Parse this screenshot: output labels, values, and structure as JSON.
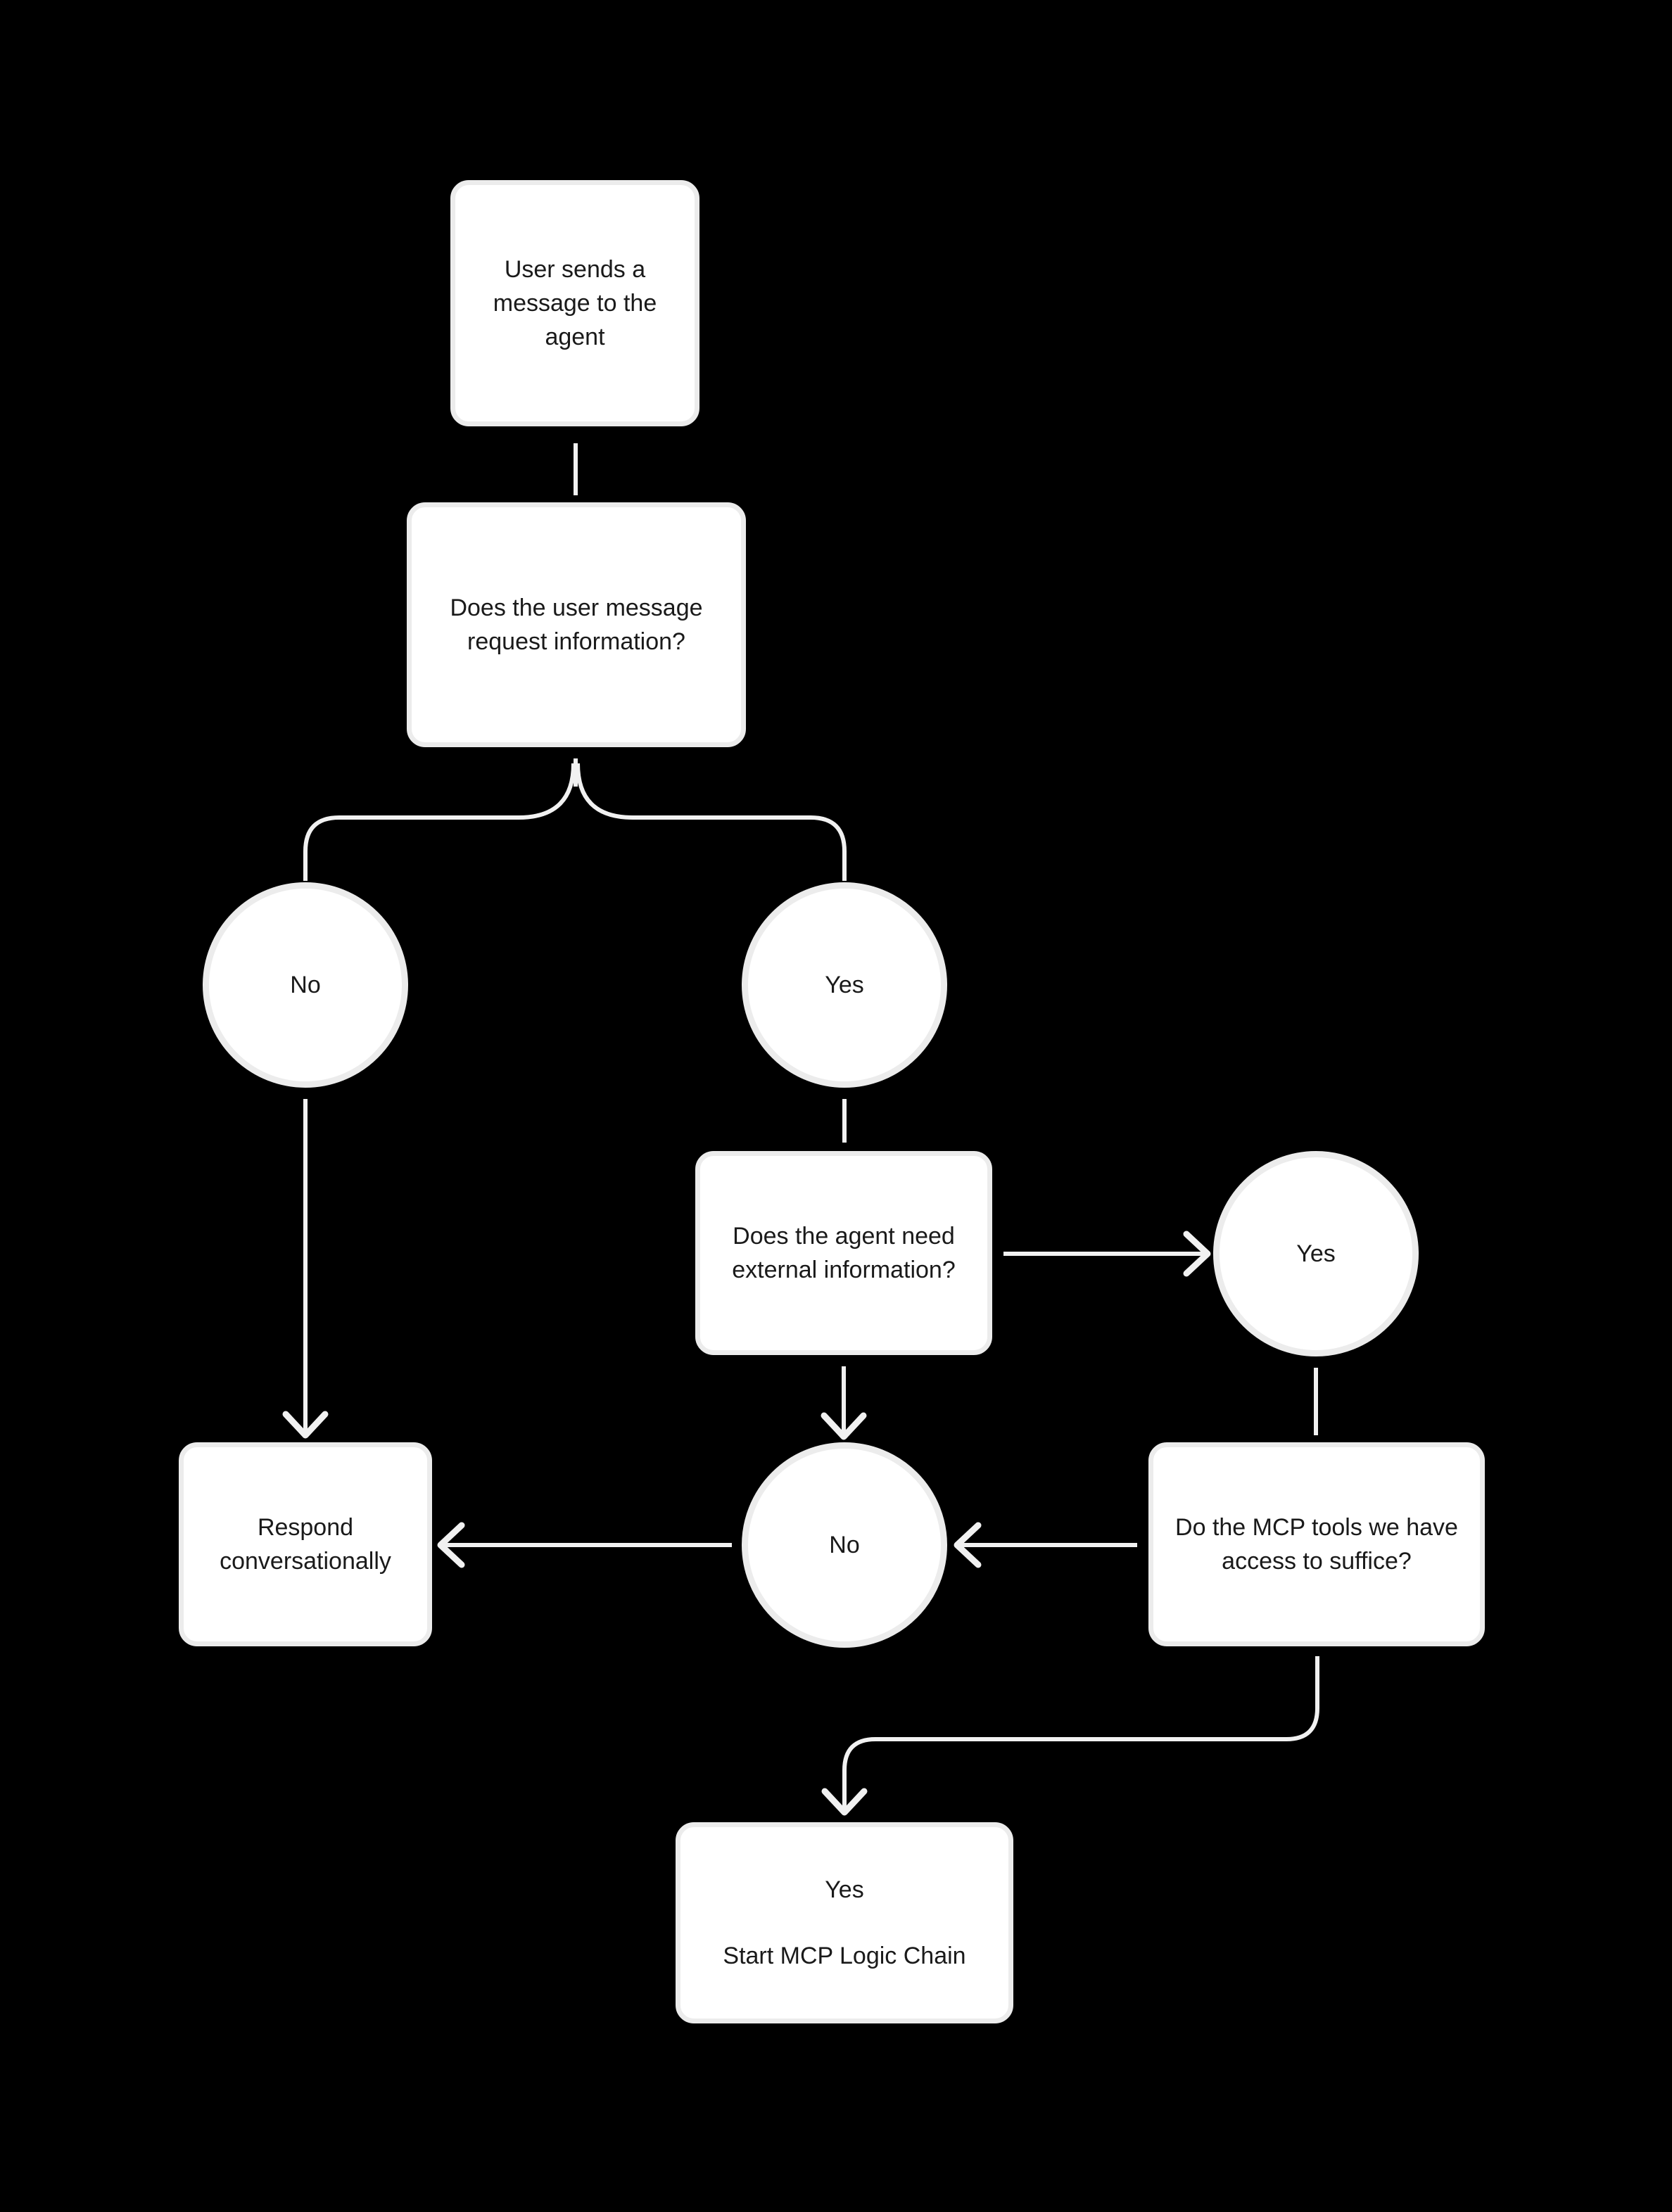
{
  "colors": {
    "background": "#000000",
    "node_fill": "#ffffff",
    "node_border": "#ececec",
    "connector": "#f1f1f1",
    "text": "#1a1a1a"
  },
  "nodes": {
    "start": {
      "label": "User sends a\nmessage to the\nagent"
    },
    "request_info_question": {
      "label": "Does the user message\nrequest information?"
    },
    "request_info_no": {
      "label": "No"
    },
    "request_info_yes": {
      "label": "Yes"
    },
    "external_info_question": {
      "label": "Does the agent need\nexternal information?"
    },
    "external_info_yes": {
      "label": "Yes"
    },
    "respond": {
      "label": "Respond\nconversationally"
    },
    "external_info_no": {
      "label": "No"
    },
    "mcp_tools_question": {
      "label": "Do the MCP tools we have\naccess to suffice?"
    },
    "final": {
      "line1": "Yes",
      "line2": "Start MCP Logic Chain"
    }
  }
}
